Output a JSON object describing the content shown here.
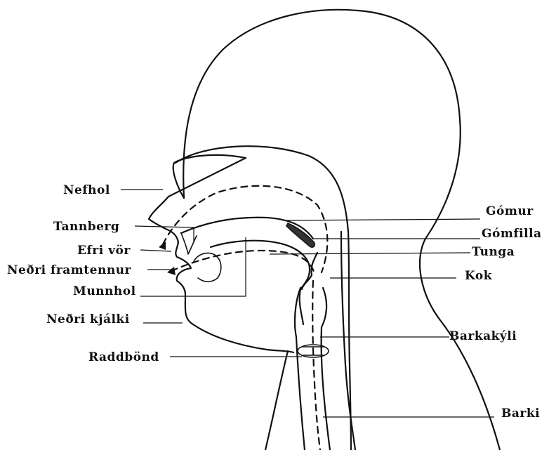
{
  "diagram": {
    "labels_left": {
      "nefhol": "Nefhol",
      "tannberg": "Tannberg",
      "efri_vor": "Efri vör",
      "nedri_framtennur": "Neðri framtennur",
      "munnhol": "Munnhol",
      "nedri_kjalki": "Neðri kjálki",
      "raddbond": "Raddbönd"
    },
    "labels_right": {
      "gomur": "Gómur",
      "gomfilla": "Gómfilla",
      "tunga": "Tunga",
      "kok": "Kok",
      "barkakyli": "Barkakýli",
      "barki": "Barki"
    },
    "colors": {
      "ink": "#111111",
      "background": "#ffffff"
    }
  }
}
